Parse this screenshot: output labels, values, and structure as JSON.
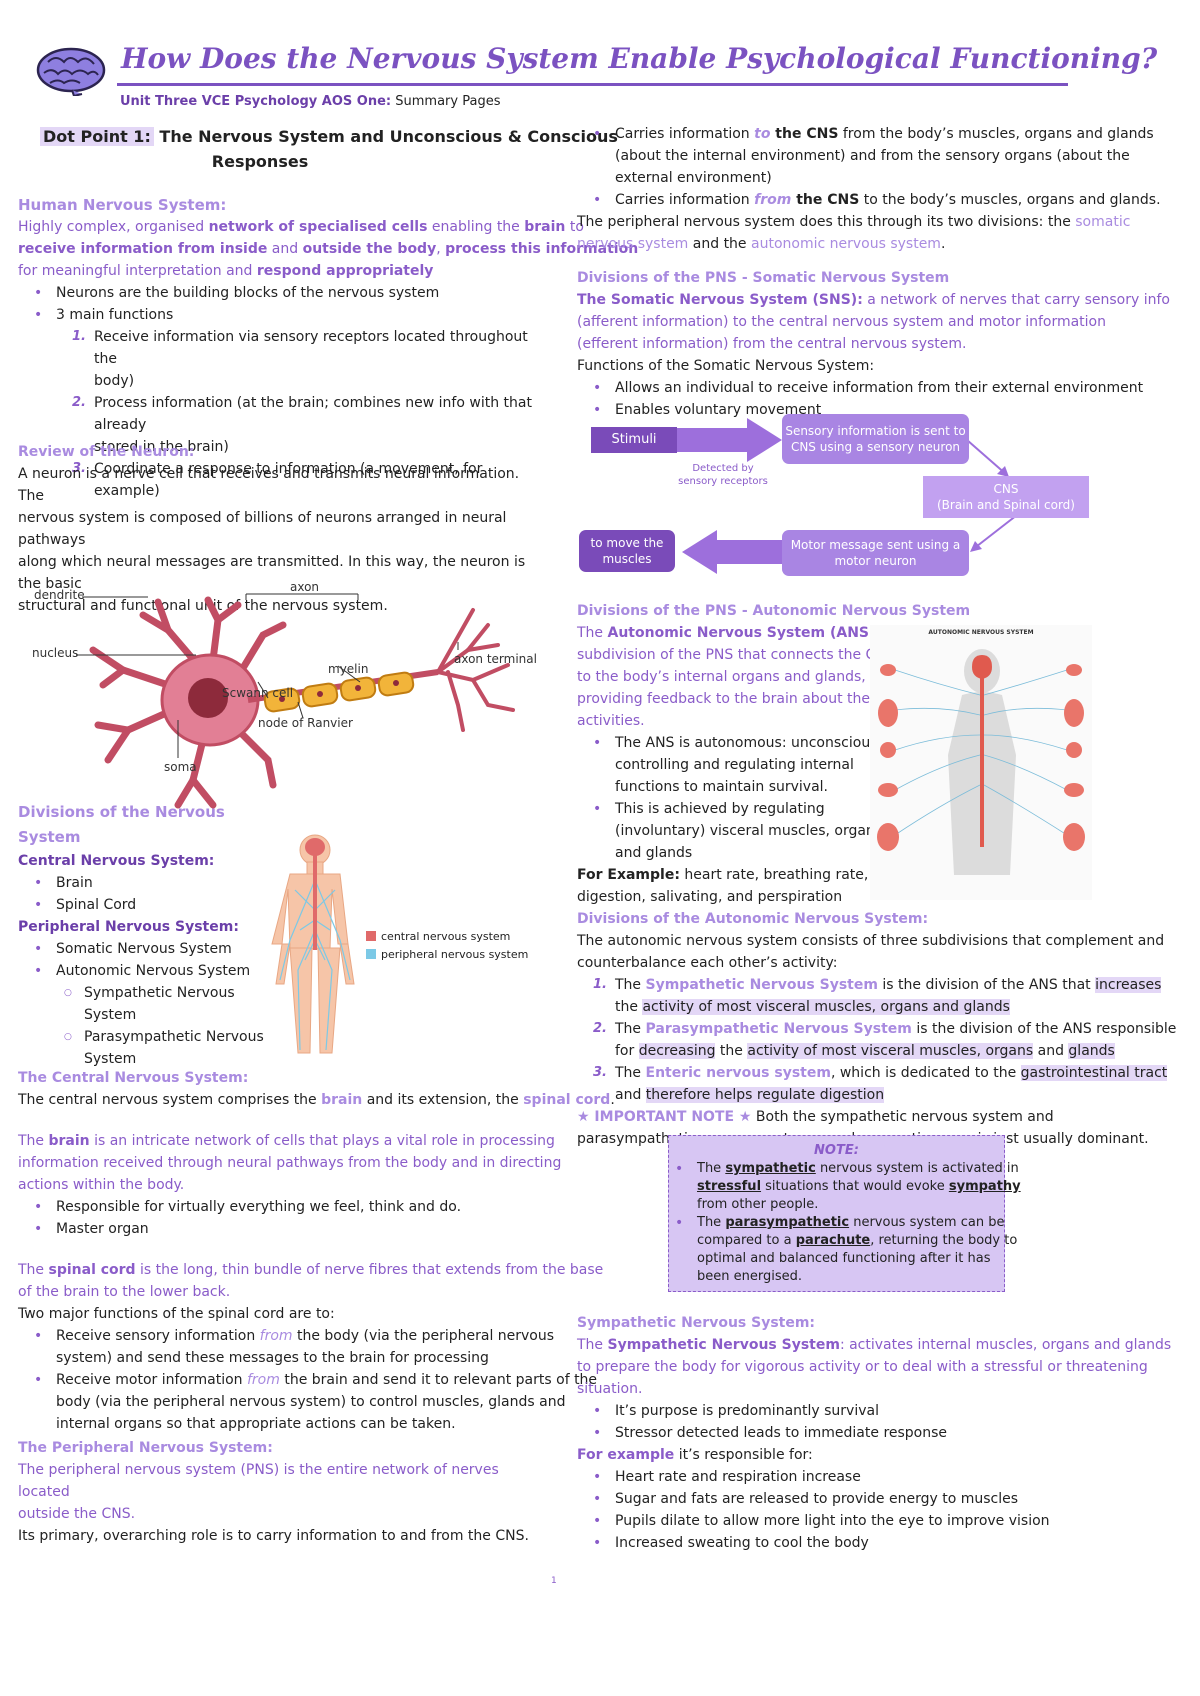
{
  "header": {
    "title": "How Does the Nervous System Enable Psychological Functioning?",
    "subtitle_bold": "Unit Three VCE Psychology AOS One:",
    "subtitle_rest": " Summary Pages"
  },
  "dot_point": {
    "label": "Dot Point 1:",
    "title_l1": "The Nervous System and Unconscious & Conscious",
    "title_l2": "Responses"
  },
  "hns": {
    "heading": "Human Nervous System:",
    "p1": "Highly complex, organised ",
    "p1b": "network of specialised cells",
    "p1c": " enabling the ",
    "p1d": "brain",
    "p1e": " to",
    "p2a": "receive information from inside",
    "p2b": " and ",
    "p2c": "outside the body",
    "p2d": ", ",
    "p2e": "process this information",
    "p3a": "for meaningful interpretation and ",
    "p3b": "respond appropriately",
    "bullets": [
      "Neurons are the building blocks of the nervous system",
      "3 main functions"
    ],
    "functions": [
      {
        "n": "1.",
        "l1": "Receive information via sensory receptors located throughout the",
        "l2": "body)"
      },
      {
        "n": "2.",
        "l1": "Process information (at the brain; combines new info with that already",
        "l2": "stored in the brain)"
      },
      {
        "n": "3.",
        "l1": "Coordinate a response to information (a movement, for example)",
        "l2": ""
      }
    ]
  },
  "neuron": {
    "heading": "Review of the Neuron:",
    "lines": [
      "A neuron is a nerve cell that receives and transmits neural information. The",
      "nervous system is composed of billions of neurons arranged in neural pathways",
      "along which neural messages are transmitted. In this way, the neuron is the basic",
      "structural and functional unit of the nervous system."
    ],
    "labels": {
      "dendrite": "dendrite",
      "nucleus": "nucleus",
      "axon": "axon",
      "myelin": "myelin",
      "axon_terminal": "axon terminal",
      "schwann": "Scwann cell",
      "ranvier": "node of Ranvier",
      "soma": "soma"
    }
  },
  "divisions": {
    "heading": "Divisions of the Nervous System",
    "cns": "Central Nervous System:",
    "cns_items": [
      "Brain",
      "Spinal Cord"
    ],
    "pns": "Peripheral Nervous System:",
    "pns_items": [
      "Somatic Nervous System",
      "Autonomic Nervous System"
    ],
    "sub_items": [
      {
        "l1": "Sympathetic Nervous",
        "l2": "System"
      },
      {
        "l1": "Parasympathetic Nervous",
        "l2": "System"
      }
    ],
    "legend": {
      "cns": "central nervous system",
      "pns": "peripheral nervous system",
      "cns_color": "#e06a6a",
      "pns_color": "#7cc9e6"
    }
  },
  "cns_section": {
    "heading": "The Central Nervous System:",
    "p_a": "The central nervous system comprises the ",
    "p_b": "brain",
    "p_c": " and its extension, the ",
    "p_d": "spinal cord",
    "p_e": ".",
    "brain_a": "The ",
    "brain_b": "brain",
    "brain_l1": " is an intricate network of cells that plays a vital role in processing",
    "brain_l2": "information received through neural pathways from the body and in directing",
    "brain_l3": "actions within the body.",
    "brain_items": [
      "Responsible for virtually everything we feel, think and do.",
      "Master organ"
    ],
    "sc_a": "The ",
    "sc_b": "spinal cord",
    "sc_l1": " is the long, thin bundle of nerve fibres that extends from the base",
    "sc_l2": "of the brain to the lower back.",
    "sc_intro": "Two major functions of the spinal cord are to:",
    "sc_f1a": "Receive sensory information ",
    "sc_f1b": "from",
    "sc_f1c": " the body (via the peripheral nervous",
    "sc_f1d": "system) and send these messages to the brain for processing",
    "sc_f2a": "Receive motor information ",
    "sc_f2b": "from",
    "sc_f2c": " the brain and send it to relevant parts of the",
    "sc_f2d": "body (via the peripheral nervous system) to control muscles, glands and",
    "sc_f2e": "internal organs so that appropriate actions can be taken."
  },
  "pns_section": {
    "heading": "The Peripheral Nervous System:",
    "l1": "The peripheral nervous system (PNS) is the entire network of nerves located",
    "l2": "outside the CNS.",
    "l3": "Its primary, overarching role is to carry information to and from the CNS.",
    "r1a": "Carries information ",
    "r1b": "to",
    "r1c": " the CNS",
    "r1d": " from the body’s muscles, organs and glands",
    "r1e": "(about the internal environment) and from the sensory organs (about the",
    "r1f": "external environment)",
    "r2a": "Carries information ",
    "r2b": "from",
    "r2c": " the CNS",
    "r2d": " to the body’s muscles, organs and glands.",
    "r3a": "The peripheral nervous system does this through its two divisions: the ",
    "r3b": "somatic",
    "r3c": "nervous system",
    "r3d": " and the ",
    "r3e": "autonomic nervous system",
    "r3f": "."
  },
  "sns": {
    "heading": "Divisions of the PNS - Somatic Nervous System",
    "a": "The Somatic Nervous System (SNS):",
    "b": " a network of nerves that carry sensory info",
    "l2": "(afferent information) to the central nervous system and motor information",
    "l3": "(efferent information) from the central nervous system.",
    "functions": "Functions of the Somatic Nervous System:",
    "items": [
      "Allows an individual to receive information from their external environment",
      "Enables voluntary movement"
    ],
    "flow": {
      "stimuli": "Stimuli",
      "detected": "Detected by sensory receptors",
      "sensory_l1": "Sensory information is sent to",
      "sensory_l2": "CNS using a sensory neuron",
      "cns_l1": "CNS",
      "cns_l2": "(Brain and Spinal cord)",
      "motor_l1": "Motor message sent using a",
      "motor_l2": "motor neuron",
      "move_l1": "to move the",
      "move_l2": "muscles"
    }
  },
  "ans": {
    "heading": "Divisions of the PNS - Autonomic Nervous System",
    "a": "The ",
    "b": "Autonomic Nervous System (ANS)",
    "lines": [
      "subdivision of the PNS that connects the CNS",
      "to the body’s internal organs and glands,",
      "providing feedback to the brain about their",
      "activities."
    ],
    "c": ": a",
    "items": [
      [
        "The ANS is autonomous: unconsciously",
        "controlling and regulating internal",
        "functions to maintain survival."
      ],
      [
        "This is achieved by regulating",
        "(involuntary) visceral muscles, organs",
        "and glands"
      ]
    ],
    "ex_b": "For Example:",
    "ex_l1": " heart rate, breathing rate,",
    "ex_l2": "digestion, salivating, and perspiration",
    "img_title": "AUTONOMIC NERVOUS SYSTEM"
  },
  "ans_div": {
    "heading": "Divisions of the Autonomic Nervous System:",
    "l1": "The autonomic nervous system consists of three subdivisions that complement and",
    "l2": "counterbalance each other’s activity:",
    "i1": {
      "a": "The ",
      "b": "Sympathetic Nervous System",
      "c": " is the division of the ANS that ",
      "d": "increases",
      "e": "the ",
      "f": "activity of most visceral muscles, organs and glands"
    },
    "i2": {
      "a": "The ",
      "b": "Parasympathetic Nervous System",
      "c": " is the division of the ANS responsible",
      "d": "for ",
      "e": "decreasing",
      "f": " the ",
      "g": "activity of most visceral muscles, organs",
      "h": " and ",
      "i": "glands"
    },
    "i3": {
      "a": "The ",
      "b": "Enteric nervous system",
      "c": ", which is dedicated to the ",
      "d": "gastrointestinal tract",
      "e": "and ",
      "f": "therefore helps regulate digestion"
    },
    "note_a": "★ IMPORTANT NOTE ★",
    "note_b": " Both the sympathetic nervous system and",
    "note_l2": "parasympathetic nervous system are always active; one is just usually dominant."
  },
  "note_box": {
    "title": "NOTE:",
    "i1": {
      "a": "The ",
      "b": "sympathetic",
      "c": " nervous system is activated in",
      "d": "stressful",
      "e": " situations that would evoke ",
      "f": "sympathy",
      "g": "from other people."
    },
    "i2": {
      "a": "The ",
      "b": "parasympathetic",
      "c": " nervous system can be",
      "d": "compared to a ",
      "e": "parachute",
      "f": ", returning the body to",
      "g": "optimal and balanced functioning after it has",
      "h": "been energised."
    }
  },
  "symp": {
    "heading": "Sympathetic Nervous System:",
    "a": "The ",
    "b": "Sympathetic Nervous System",
    "c": ": activates internal muscles, organs and glands",
    "l2": "to prepare the body for vigorous activity or to deal with a stressful or threatening",
    "l3": "situation.",
    "items": [
      "It’s purpose is predominantly survival",
      "Stressor detected leads to immediate response"
    ],
    "ex_a": "For example",
    "ex_b": " it’s responsible for:",
    "ex_items": [
      "Heart rate and respiration increase",
      "Sugar and fats are released to provide energy to muscles",
      "Pupils dilate to allow more light into the eye to improve vision",
      "Increased sweating to cool the body"
    ]
  },
  "footer": {
    "page": "1"
  },
  "colors": {
    "accent": "#8a5cc9",
    "light": "#a98be0",
    "title": "#7b52c1",
    "box": "#9d6fdc",
    "highlight": "#e3d7f6"
  }
}
